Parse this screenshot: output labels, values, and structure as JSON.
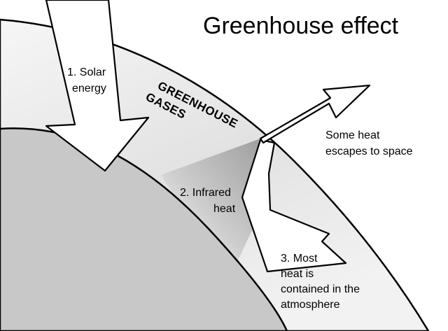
{
  "title": "Greenhouse effect",
  "band_label": [
    "GREENHOUSE",
    "GASES"
  ],
  "labels": {
    "solar": [
      "1. Solar",
      "energy"
    ],
    "infrared": [
      "2. Infrared",
      "heat"
    ],
    "contained": [
      "3. Most",
      "heat is",
      "contained in the",
      "atmosphere"
    ],
    "escape": [
      "Some heat",
      "escapes to space"
    ]
  },
  "colors": {
    "planet": "#c8c8c8",
    "atmosphere": "#ececec",
    "shade": "#b8b8b8",
    "arrow_fill": "#ffffff",
    "stroke": "#000000"
  }
}
